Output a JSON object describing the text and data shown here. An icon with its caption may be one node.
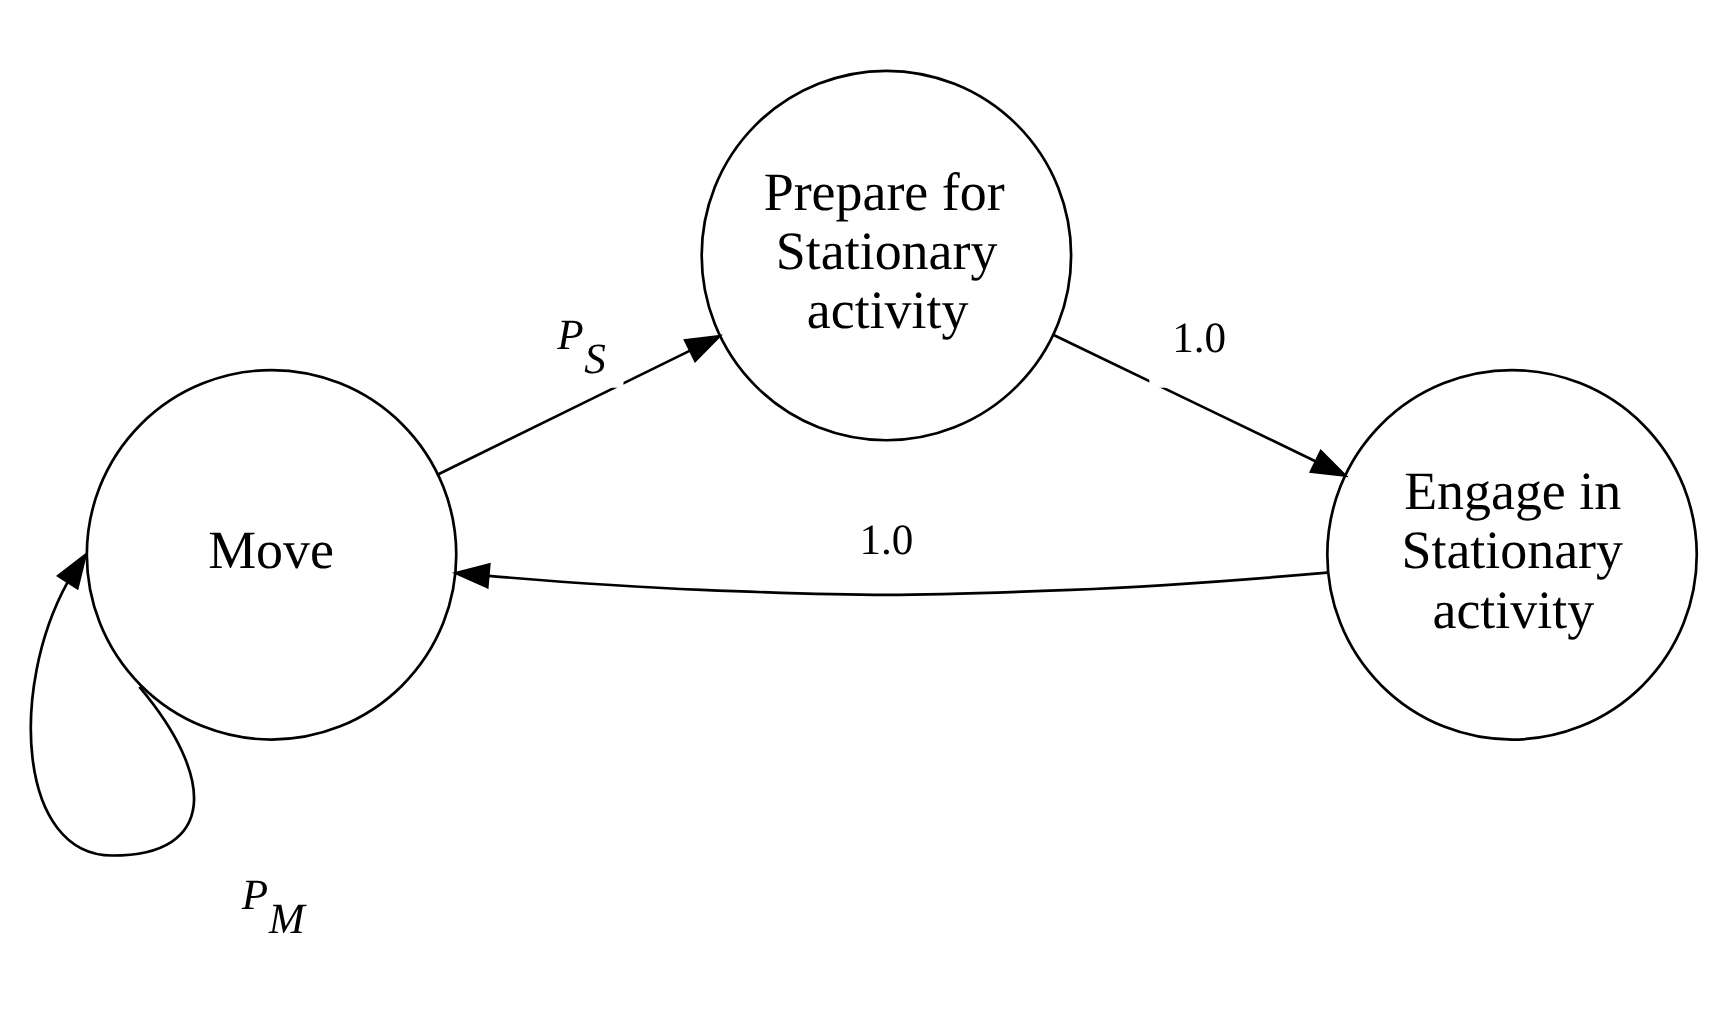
{
  "diagram": {
    "nodes": [
      {
        "text": [
          "Move"
        ]
      },
      {
        "text": [
          "Prepare for Stationary activity"
        ]
      },
      {
        "text": [
          "Engage in Stationary activity"
        ]
      }
    ],
    "edges": [
      {
        "from": 0,
        "to": 0,
        "arrow": "to",
        "label": "P$_{M}$"
      },
      {
        "from": 0,
        "to": 1,
        "arrow": "to",
        "label": "P$_{S}$"
      },
      {
        "from": 1,
        "to": 2,
        "arrow": "to",
        "label": "1.0"
      },
      {
        "from": 2,
        "to": 0,
        "arrow": "to",
        "label": "1.0"
      }
    ]
  }
}
